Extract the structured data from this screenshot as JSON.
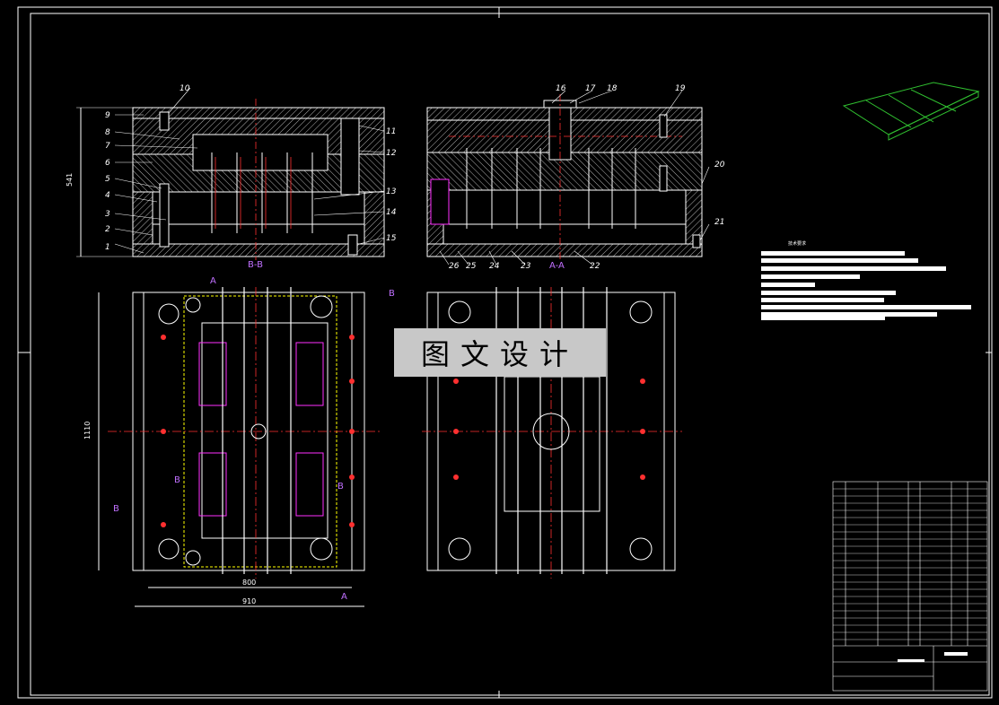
{
  "watermark": "图文设计",
  "labels_bb": [
    "1",
    "2",
    "3",
    "4",
    "5",
    "6",
    "7",
    "8",
    "9",
    "10",
    "11",
    "12",
    "13",
    "14",
    "15"
  ],
  "labels_aa": [
    "16",
    "17",
    "18",
    "19",
    "20",
    "21",
    "22",
    "23",
    "24",
    "25",
    "26"
  ],
  "section_bb": "B-B",
  "section_aa": "A-A",
  "dim_height": "541",
  "dim_plan_h": "1110",
  "dim_plan_w1": "800",
  "dim_plan_w2": "910",
  "cut_a": "A",
  "cut_b": "B",
  "tech_title": "技术要求",
  "colors": {
    "line": "#ffffff",
    "hatch": "#b0b0b0",
    "center": "#ff3030",
    "hidden": "#ffff00",
    "section": "#c070ff"
  }
}
